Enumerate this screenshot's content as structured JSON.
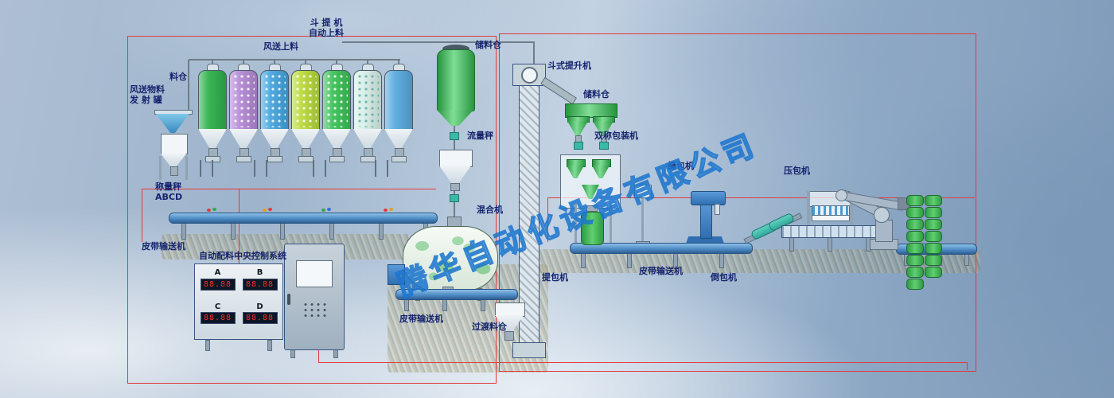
{
  "watermark": "腾华自动化设备有限公司",
  "labels": {
    "bucket_auto_feed": "斗 提 机\n自动上料",
    "pneumatic_feed": "风送上料",
    "silo_bin": "料仓",
    "launch_tank": "风送物料\n发 射 罐",
    "weigh_scale": "称量秤\nABCD",
    "belt_conveyor_left": "皮带输送机",
    "control_system": "自动配料中央控制系统",
    "storage_silo_center": "储料仓",
    "flow_scale": "流量秤",
    "mixer": "混合机",
    "belt_conveyor_center": "皮带输送机",
    "transition_hopper": "过渡料仓",
    "bucket_elevator": "斗式提升机",
    "storage_silo_right": "储料仓",
    "double_scale_packer": "双称包装机",
    "bag_lifter": "提包机",
    "sewing_machine": "缝包机",
    "belt_conveyor_right": "皮带输送机",
    "bag_inverter": "倒包机",
    "bag_press": "压包机"
  },
  "control_panel": {
    "channels": [
      {
        "label": "A",
        "value": "88.88"
      },
      {
        "label": "B",
        "value": "88.88"
      },
      {
        "label": "C",
        "value": "88.88"
      },
      {
        "label": "D",
        "value": "88.88"
      }
    ]
  },
  "silos": {
    "colors": [
      "#2eb24c",
      "#b48ad6",
      "#45a6e0",
      "#b9da3a",
      "#3cc258",
      "#d8efe8",
      "#58aadf"
    ]
  },
  "colors": {
    "pipeline_red": "#e23b3b",
    "belt_blue": "#4a86c0",
    "vessel_green": "#27953f",
    "machine_blue": "#2f6fb0",
    "led_red": "#ff2a2a"
  }
}
